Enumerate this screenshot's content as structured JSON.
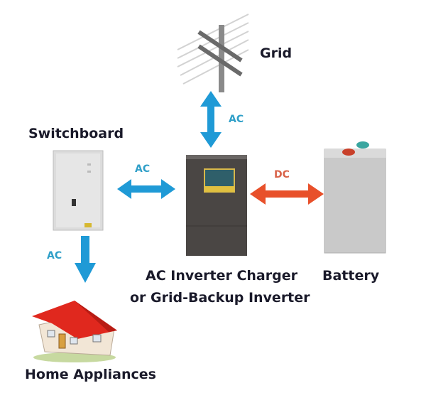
{
  "nodes": {
    "grid": {
      "label": "Grid"
    },
    "switchboard": {
      "label": "Switchboard"
    },
    "inverter": {
      "label_line1": "AC Inverter Charger",
      "label_line2": "or Grid-Backup Inverter"
    },
    "battery": {
      "label": "Battery"
    },
    "home": {
      "label": "Home Appliances"
    }
  },
  "connections": [
    {
      "from": "grid",
      "to": "inverter",
      "type": "AC",
      "direction": "bidirectional"
    },
    {
      "from": "switchboard",
      "to": "inverter",
      "type": "AC",
      "direction": "bidirectional"
    },
    {
      "from": "inverter",
      "to": "battery",
      "type": "DC",
      "direction": "bidirectional"
    },
    {
      "from": "switchboard",
      "to": "home",
      "type": "AC",
      "direction": "one-way"
    }
  ],
  "flow_labels": {
    "grid_ac": "AC",
    "switchboard_ac": "AC",
    "battery_dc": "DC",
    "home_ac": "AC"
  },
  "colors": {
    "ac_arrow": "#1f9ad6",
    "dc_arrow": "#e8502a",
    "roof": "#e0281e"
  }
}
